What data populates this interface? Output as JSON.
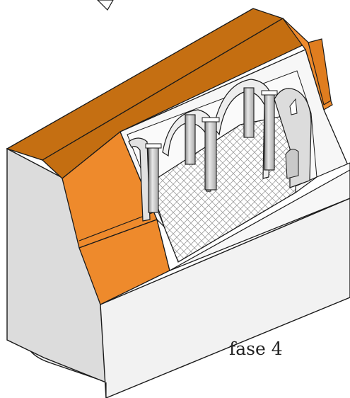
{
  "figure": {
    "caption": "fase 4",
    "colors": {
      "roof_dark": "#C56F12",
      "roof_light": "#EE8A2C",
      "wall_light": "#F2F2F2",
      "wall_mid": "#D8D8D8",
      "wall_shadow": "#B9B9B9",
      "outline": "#1A1A1A",
      "floor": "#FFFFFF"
    },
    "icons": [
      "herringbone-floor",
      "arch",
      "pilaster",
      "apse",
      "window"
    ]
  }
}
